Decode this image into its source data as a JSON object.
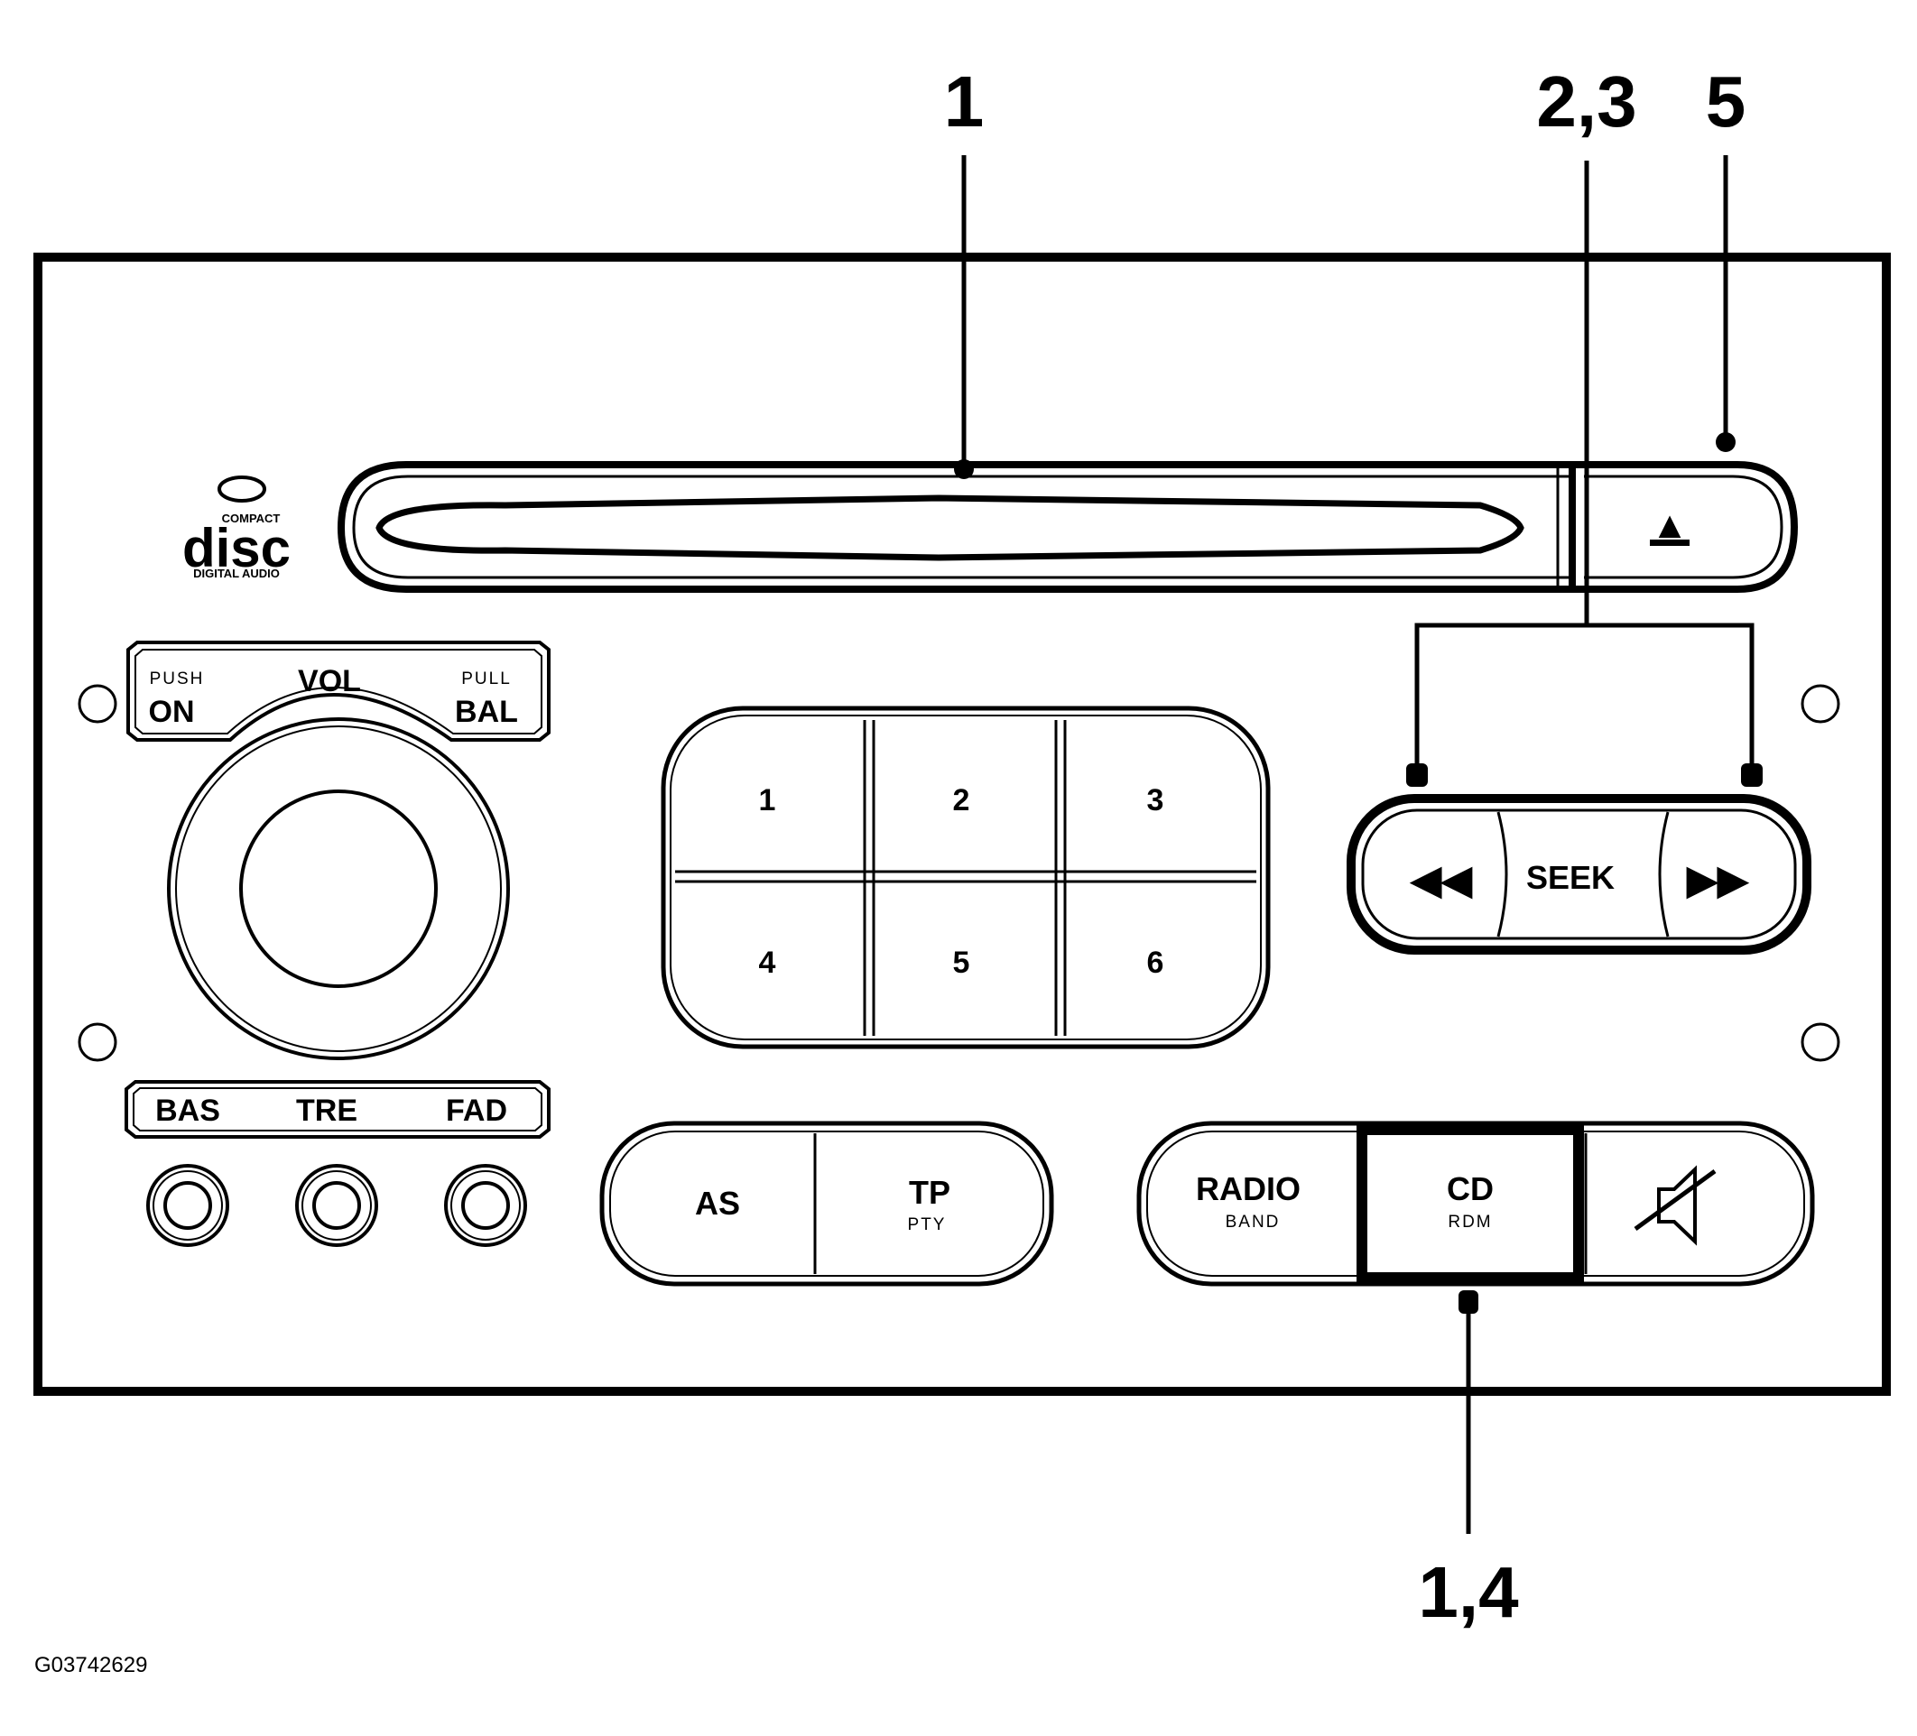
{
  "callouts": {
    "c1_top": "1",
    "c23": "2,3",
    "c5": "5",
    "c14": "1,4"
  },
  "logo": {
    "word": "disc",
    "top": "COMPACT",
    "bottom": "DIGITAL AUDIO"
  },
  "volume": {
    "push": "PUSH",
    "on": "ON",
    "vol": "VOL",
    "pull": "PULL",
    "bal": "BAL"
  },
  "tone": {
    "bas": "BAS",
    "tre": "TRE",
    "fad": "FAD"
  },
  "presets": [
    "1",
    "2",
    "3",
    "4",
    "5",
    "6"
  ],
  "seek": {
    "label": "SEEK",
    "back": "◀◀",
    "fwd": "▶▶"
  },
  "eject": "▲",
  "as_tp": {
    "as": "AS",
    "tp": "TP",
    "pty": "PTY"
  },
  "source": {
    "radio": "RADIO",
    "band": "BAND",
    "cd": "CD",
    "rdm": "RDM"
  },
  "figure_id": "G03742629"
}
